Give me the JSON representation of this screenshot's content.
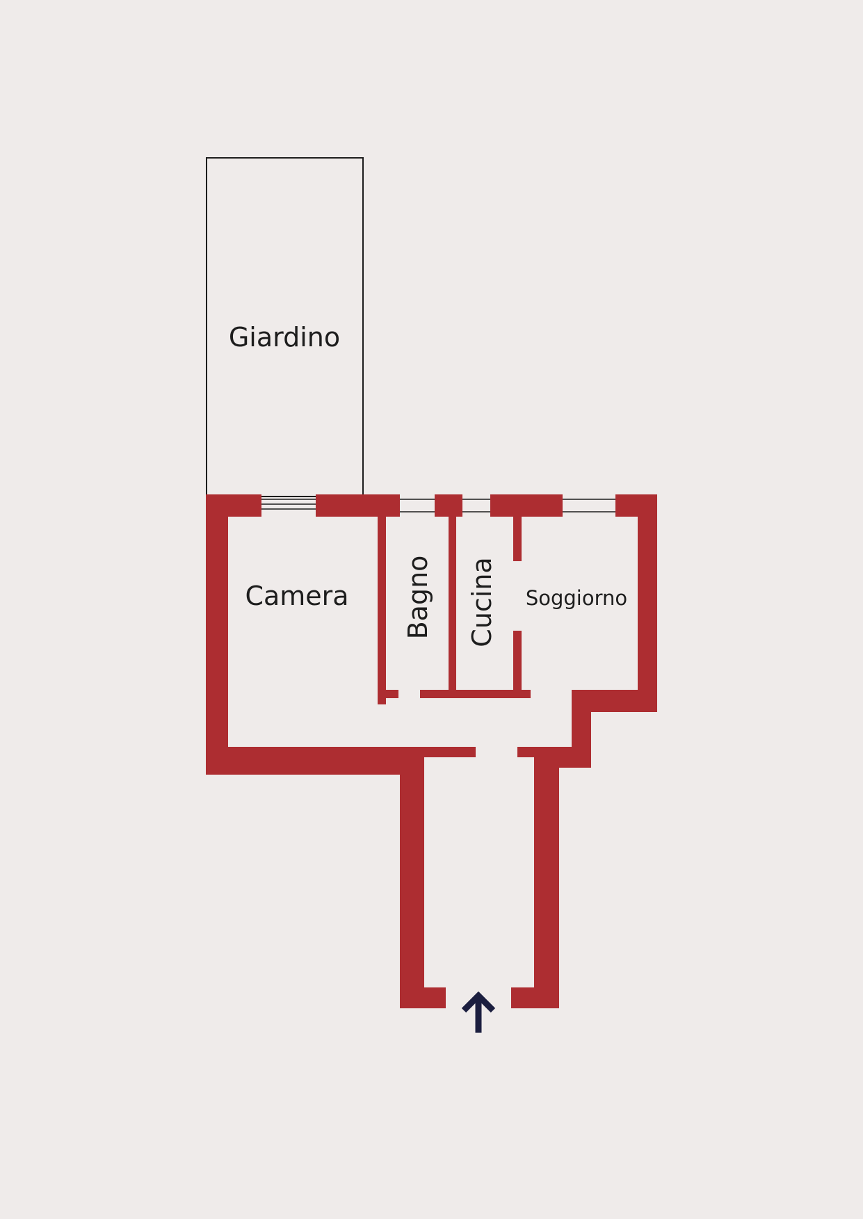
{
  "rooms": {
    "giardino": "Giardino",
    "camera": "Camera",
    "bagno": "Bagno",
    "cucina": "Cucina",
    "soggiorno": "Soggiorno"
  },
  "colors": {
    "background": "#efebea",
    "wall": "#ad2d31",
    "line": "#1d1d1d",
    "entrance_arrow": "#1b1e3f"
  },
  "icons": {
    "entrance": "arrow-up-icon"
  }
}
